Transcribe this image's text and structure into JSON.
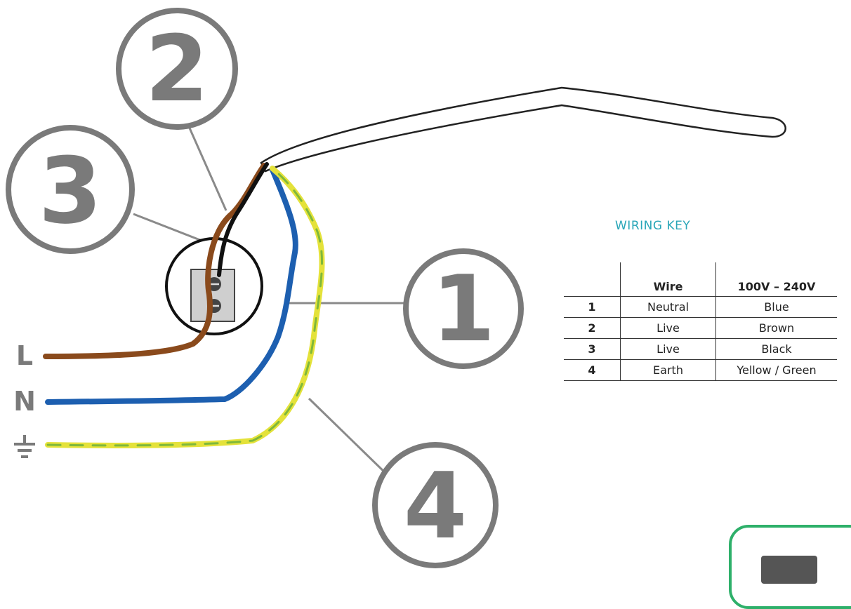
{
  "callouts": [
    "1",
    "2",
    "3",
    "4"
  ],
  "terminals": {
    "live": "L",
    "neutral": "N",
    "earth_symbol": "earth-ground-icon"
  },
  "wiring_key": {
    "title": "WIRING KEY",
    "headers": [
      "",
      "Wire",
      "100V – 240V"
    ],
    "rows": [
      [
        "1",
        "Neutral",
        "Blue"
      ],
      [
        "2",
        "Live",
        "Brown"
      ],
      [
        "3",
        "Live",
        "Black"
      ],
      [
        "4",
        "Earth",
        "Yellow / Green"
      ]
    ]
  },
  "colors": {
    "brown": "#8a4a1c",
    "blue": "#1d5fb0",
    "black": "#111111",
    "yellow": "#e4e23a",
    "green": "#7fb83a",
    "callout_gray": "#7a7a7a",
    "key_title": "#2aa6b8",
    "badge_green": "#2eb06a"
  }
}
